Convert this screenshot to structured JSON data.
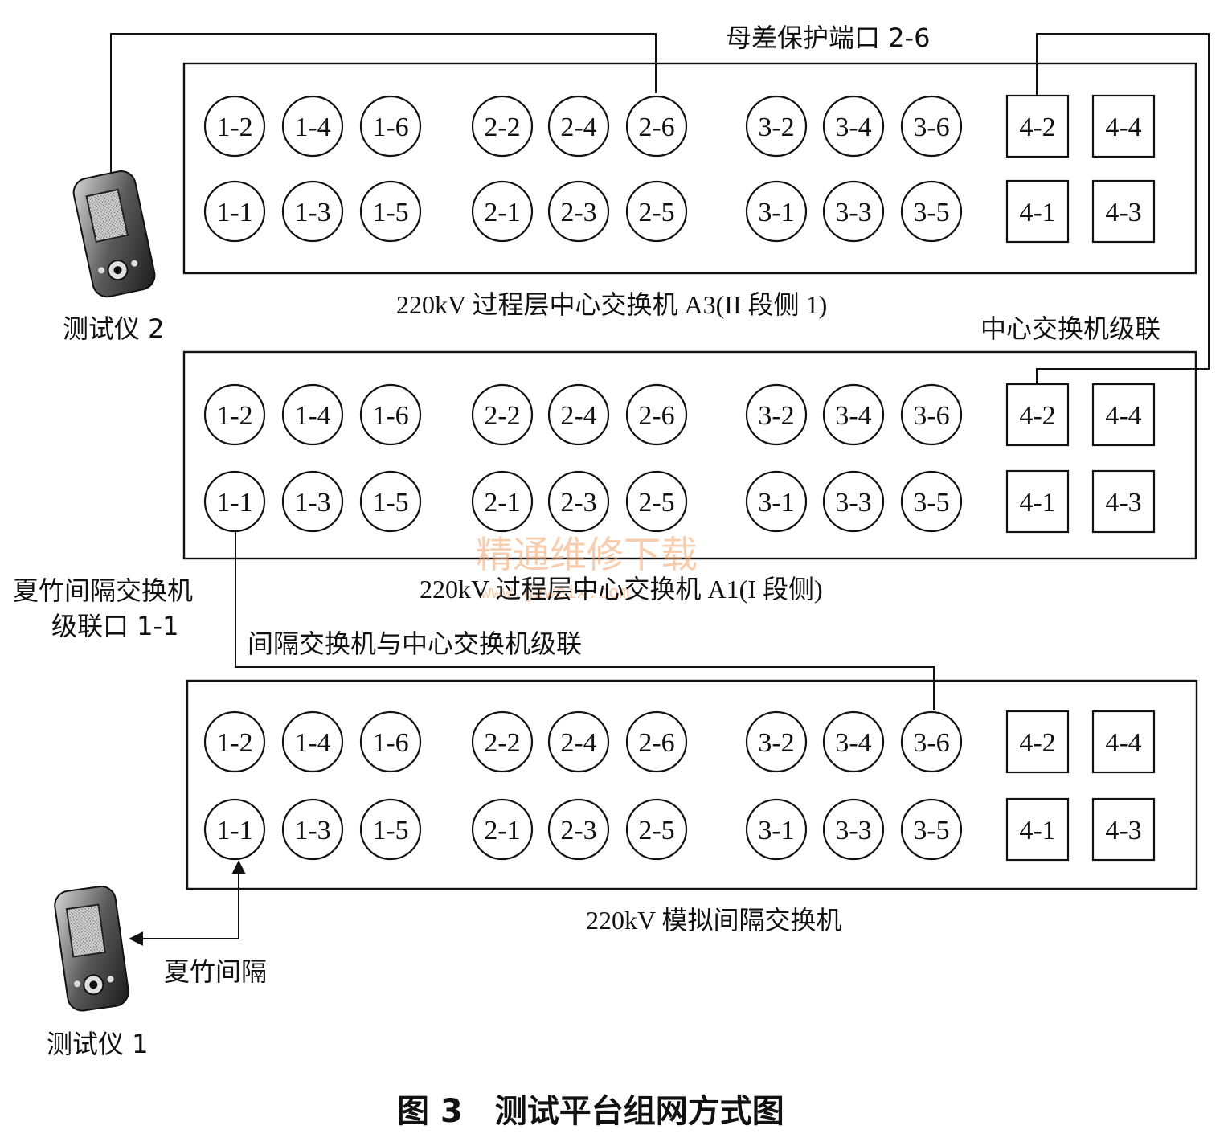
{
  "switches": [
    {
      "name": "220kV 过程层中心交换机 A3(II 段侧 1)",
      "rows": [
        [
          "1-2",
          "1-4",
          "1-6",
          "2-2",
          "2-4",
          "2-6",
          "3-2",
          "3-4",
          "3-6",
          "4-2",
          "4-4"
        ],
        [
          "1-1",
          "1-3",
          "1-5",
          "2-1",
          "2-3",
          "2-5",
          "3-1",
          "3-3",
          "3-5",
          "4-1",
          "4-3"
        ]
      ]
    },
    {
      "name": "220kV 过程层中心交换机 A1(I 段侧)",
      "rows": [
        [
          "1-2",
          "1-4",
          "1-6",
          "2-2",
          "2-4",
          "2-6",
          "3-2",
          "3-4",
          "3-6",
          "4-2",
          "4-4"
        ],
        [
          "1-1",
          "1-3",
          "1-5",
          "2-1",
          "2-3",
          "2-5",
          "3-1",
          "3-3",
          "3-5",
          "4-1",
          "4-3"
        ]
      ]
    },
    {
      "name": "220kV 模拟间隔交换机",
      "rows": [
        [
          "1-2",
          "1-4",
          "1-6",
          "2-2",
          "2-4",
          "2-6",
          "3-2",
          "3-4",
          "3-6",
          "4-2",
          "4-4"
        ],
        [
          "1-1",
          "1-3",
          "1-5",
          "2-1",
          "2-3",
          "2-5",
          "3-1",
          "3-3",
          "3-5",
          "4-1",
          "4-3"
        ]
      ]
    }
  ],
  "labels": {
    "busbar_port": "母差保护端口 2-6",
    "center_cascade": "中心交换机级联",
    "xiazhu_cascade_line1": "夏竹间隔交换机",
    "xiazhu_cascade_line2": "级联口 1-1",
    "bay_center_cascade": "间隔交换机与中心交换机级联",
    "xiazhu_bay": "夏竹间隔",
    "tester2": "测试仪 2",
    "tester1": "测试仪 1"
  },
  "caption": "图 3　测试平台组网方式图",
  "watermark": {
    "text": "精通维修下载",
    "url": "www.gzweix.com"
  },
  "colors": {
    "line": "#111111",
    "watermark": "#f3a56b"
  },
  "icons": [
    "tester-device-icon",
    "tester-device-icon"
  ]
}
